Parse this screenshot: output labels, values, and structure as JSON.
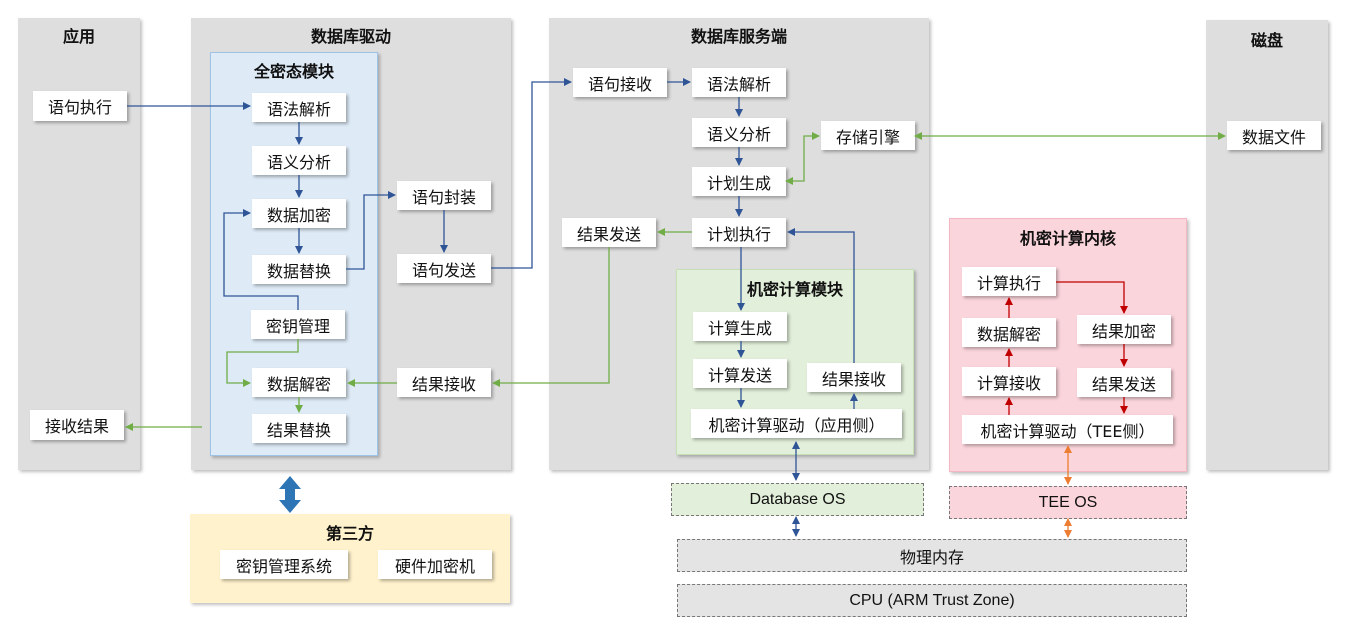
{
  "panels": {
    "app": "应用",
    "driver": "数据库驱动",
    "server": "数据库服务端",
    "disk": "磁盘",
    "full_enc": "全密态模块",
    "conf_module": "机密计算模块",
    "conf_kernel": "机密计算内核",
    "third_party": "第三方"
  },
  "app": {
    "execute": "语句执行",
    "receive": "接收结果"
  },
  "driver": {
    "parse": "语法解析",
    "semantic": "语义分析",
    "encrypt": "数据加密",
    "replace": "数据替换",
    "key_mgmt": "密钥管理",
    "decrypt": "数据解密",
    "result_replace": "结果替换",
    "wrap": "语句封装",
    "send": "语句发送",
    "result_recv": "结果接收"
  },
  "server": {
    "recv": "语句接收",
    "parse": "语法解析",
    "semantic": "语义分析",
    "plan_gen": "计划生成",
    "plan_exec": "计划执行",
    "storage": "存储引擎",
    "result_send": "结果发送",
    "calc_gen": "计算生成",
    "calc_send": "计算发送",
    "calc_result_recv": "结果接收",
    "conf_driver_app": "机密计算驱动（应用侧）"
  },
  "disk": {
    "data_file": "数据文件"
  },
  "kernel": {
    "calc_exec": "计算执行",
    "data_decrypt": "数据解密",
    "calc_recv": "计算接收",
    "result_encrypt": "结果加密",
    "result_send": "结果发送",
    "conf_driver_tee": "机密计算驱动（TEE侧）"
  },
  "third": {
    "kms": "密钥管理系统",
    "hsm": "硬件加密机"
  },
  "infra": {
    "db_os": "Database OS",
    "tee_os": "TEE OS",
    "memory": "物理内存",
    "cpu": "CPU (ARM Trust Zone)"
  },
  "colors": {
    "blue_arrow": "#2f5597",
    "green_arrow": "#70ad47",
    "red_arrow": "#c00000",
    "orange_arrow": "#ed7d31",
    "full_enc_bg": "#deebf7",
    "conf_module_bg": "#e2efda",
    "kernel_bg": "#fbd5dc",
    "third_bg": "#fff2cc"
  }
}
